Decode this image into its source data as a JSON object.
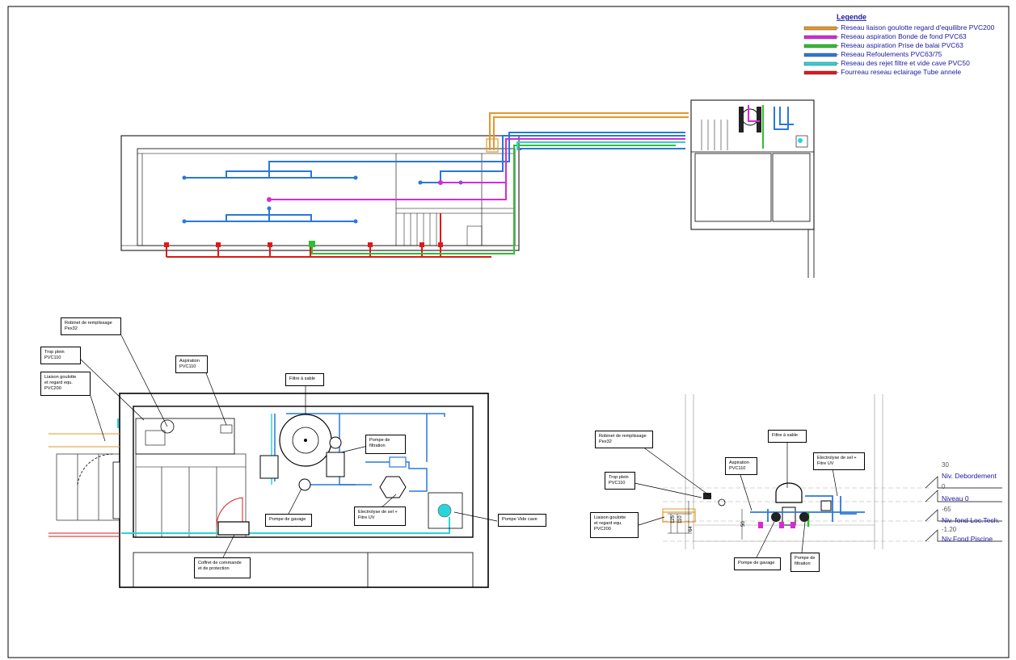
{
  "colors": {
    "orange": "#e8962a",
    "magenta": "#d62ad6",
    "green": "#2ec02e",
    "blue": "#2a78d8",
    "cyan": "#2ad4d8",
    "red": "#e01818",
    "gray_wall": "#9a9a9a"
  },
  "legend": {
    "title": "Legende",
    "items": [
      {
        "label": "- Reseau liaison goulotte regard d'equilibre PVC200",
        "color": "#e8962a"
      },
      {
        "label": "- Reseau aspiration Bonde de fond PVC63",
        "color": "#d62ad6"
      },
      {
        "label": "- Reseau aspiration Prise de balai PVC63",
        "color": "#2ec02e"
      },
      {
        "label": "- Reseau Refoulements PVC63/75",
        "color": "#2a78d8"
      },
      {
        "label": "- Reseau des rejet filtre et vide cave PVC50",
        "color": "#2ad4d8"
      },
      {
        "label": "- Fourreau reseau eclairage Tube annele",
        "color": "#e01818"
      }
    ]
  },
  "plan_labels": {
    "robinet_l1": "Robinet de remplissage",
    "robinet_l2": "Pex32",
    "trop_plein_l1": "Trop plein",
    "trop_plein_l2": "PVC110",
    "liaison_l1": "Liaison goulotte",
    "liaison_l2": "et regard equ.",
    "liaison_l3": "PVC200",
    "aspiration_l1": "Aspiration",
    "aspiration_l2": "PVC110",
    "filtre": "Filtre à sable",
    "pompe_filtration_l1": "Pompe de",
    "pompe_filtration_l2": "filtration",
    "pompe_gavage": "Pompe de gavage",
    "electrolyse_l1": "Electrolyse de sel +",
    "electrolyse_l2": "Fitre UV",
    "pompe_vide_cave": "Pompe Vide cave",
    "coffret_l1": "Coffret de commande",
    "coffret_l2": "et de protection"
  },
  "section_labels": {
    "robinet_l1": "Robinet de remplissage",
    "robinet_l2": "Pex32",
    "trop_plein_l1": "Trop plein",
    "trop_plein_l2": "PVC110",
    "liaison_l1": "Liaison goulotte",
    "liaison_l2": "et regard equ.",
    "liaison_l3": "PVC200",
    "aspiration_l1": "Aspiration",
    "aspiration_l2": "PVC110",
    "filtre": "Filtre à sable",
    "electrolyse_l1": "Electrolyse de sel +",
    "electrolyse_l2": "Fitre UV",
    "pompe_gavage": "Pompe de gavage",
    "pompe_filtration_l1": "Pompe de",
    "pompe_filtration_l2": "filtration"
  },
  "levels": [
    {
      "value": "30",
      "name": "Niv. Debordement"
    },
    {
      "value": "0",
      "name": "Niveau 0"
    },
    {
      "value": "-65",
      "name": "Niv. fond Loc.Tech."
    },
    {
      "value": "-1.20",
      "name": "Niv.Fond Piscine"
    }
  ],
  "dimensions": {
    "d125": "125",
    "d110": "110",
    "d64": "64",
    "d50": "50"
  }
}
